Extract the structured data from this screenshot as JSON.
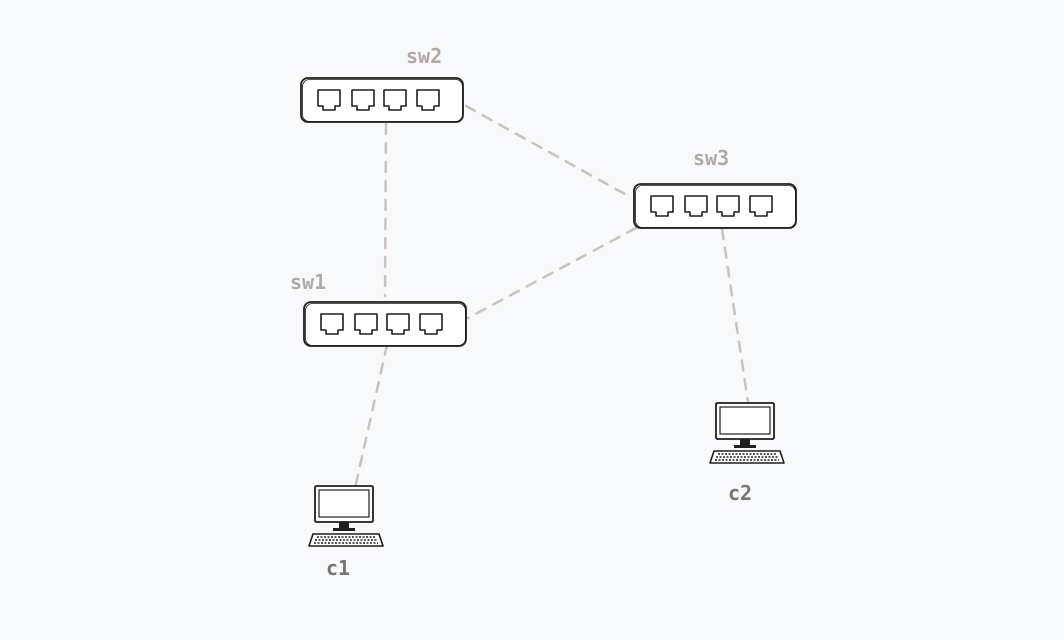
{
  "colors": {
    "background": "#f8f9fa",
    "link": "#c9c3bb",
    "switch_label": "#b0aaa2",
    "host_label": "#757575",
    "stroke": "#1e1e1e"
  },
  "nodes": {
    "sw1": {
      "label": "sw1",
      "kind": "switch"
    },
    "sw2": {
      "label": "sw2",
      "kind": "switch"
    },
    "sw3": {
      "label": "sw3",
      "kind": "switch"
    },
    "c1": {
      "label": "c1",
      "kind": "host"
    },
    "c2": {
      "label": "c2",
      "kind": "host"
    }
  },
  "links": [
    {
      "from": "sw2",
      "to": "sw1"
    },
    {
      "from": "sw2",
      "to": "sw3"
    },
    {
      "from": "sw3",
      "to": "sw1"
    },
    {
      "from": "sw1",
      "to": "c1"
    },
    {
      "from": "sw3",
      "to": "c2"
    }
  ]
}
